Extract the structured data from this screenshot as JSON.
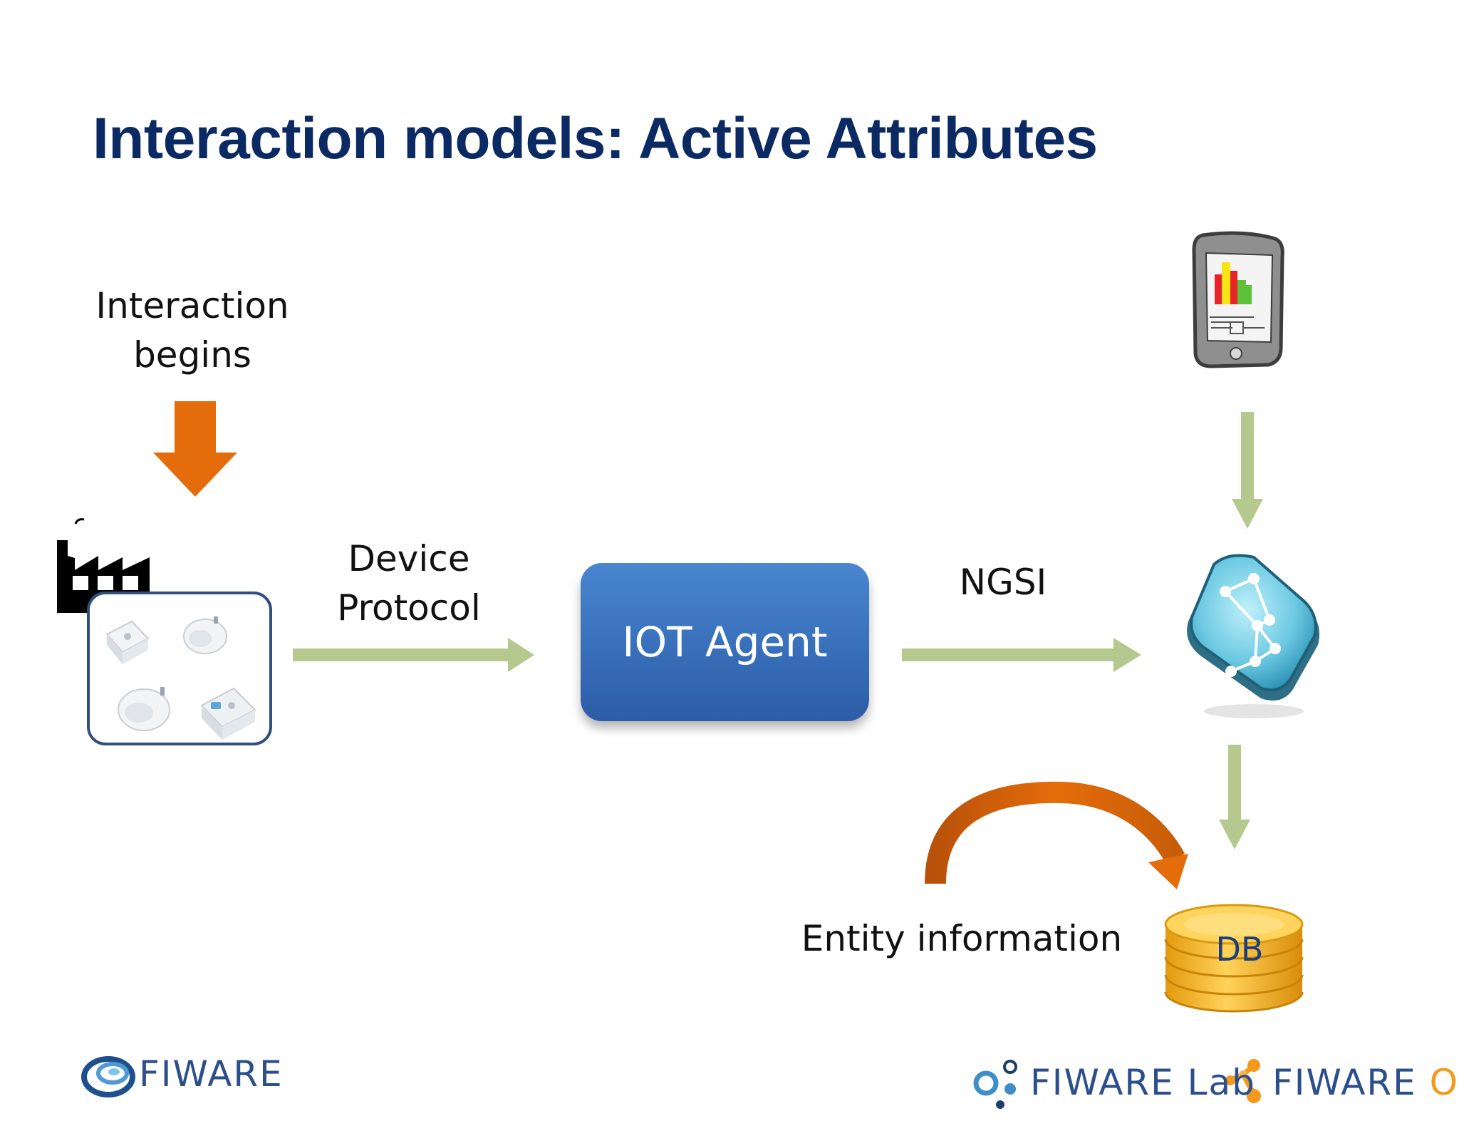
{
  "slide": {
    "title": "Interaction models: Active Attributes"
  },
  "diagram": {
    "interaction_label_line1": "Interaction",
    "interaction_label_line2": "begins",
    "device_protocol_line1": "Device",
    "device_protocol_line2": "Protocol",
    "iot_agent_label": "IOT Agent",
    "ngsi_label": "NGSI",
    "entity_info_label": "Entity information",
    "db_label": "DB"
  },
  "footer": {
    "fiware_logo_text": "FIWARE",
    "fiware_lab_text_a": "FIWARE",
    "fiware_lab_text_b": "Lab",
    "fiware_ops_text_a": "FIWARE",
    "fiware_ops_text_b": "Ops"
  },
  "colors": {
    "title": "#0b2a63",
    "orange_arrow": "#e46c0a",
    "green_arrow": "#b5c98e",
    "iot_box": "#3b73be",
    "device_frame": "#2f4f7f",
    "db_gold": "#f2b51c",
    "fiware_blue": "#2c4f8c",
    "ops_orange": "#f39a1d"
  }
}
